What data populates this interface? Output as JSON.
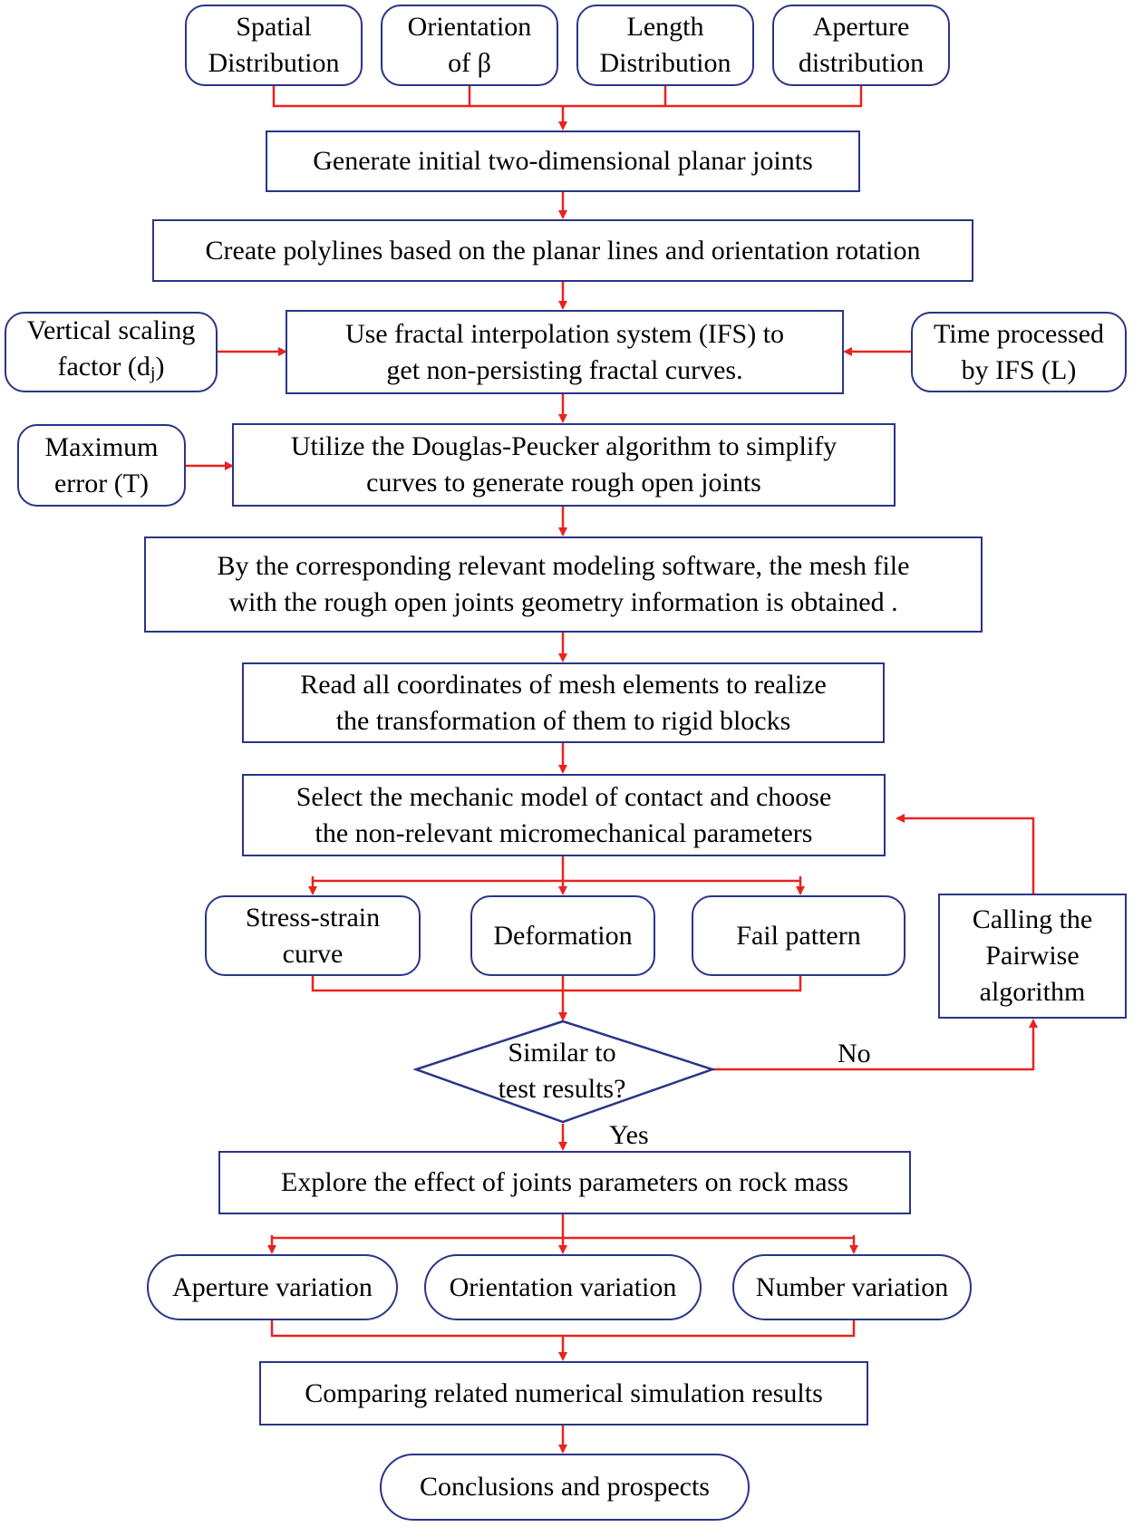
{
  "colors": {
    "box_border": "#2a3488",
    "arrow": "#e8231f",
    "text": "#000000"
  },
  "nodes": {
    "spatial": "Spatial\nDistribution",
    "orientation_beta": "Orientation\nof β",
    "length": "Length\nDistribution",
    "aperture_dist": "Aperture\ndistribution",
    "generate": "Generate initial two-dimensional planar joints",
    "polylines": "Create polylines based on the planar lines and orientation rotation",
    "ifs": "Use fractal interpolation system (IFS)  to\nget non-persisting fractal curves.",
    "vertical_scaling_line1": "Vertical scaling",
    "vertical_scaling_line2": "factor (d",
    "vertical_scaling_sub": "j",
    "vertical_scaling_close": ")",
    "time_processed": "Time processed\nby IFS (L)",
    "douglas": "Utilize the Douglas-Peucker algorithm to simplify\ncurves to generate rough open joints",
    "max_error": "Maximum\nerror (T)",
    "mesh_file": "By the corresponding relevant modeling software, the mesh file\nwith the rough open joints geometry information is obtained .",
    "read_coords": "Read all coordinates of mesh elements to realize\nthe transformation of them to rigid blocks",
    "select_model": "Select  the mechanic model of contact and choose\nthe non-relevant micromechanical parameters",
    "stress_strain": "Stress-strain\ncurve",
    "deformation": "Deformation",
    "fail_pattern": "Fail pattern",
    "pairwise": "Calling the\nPairwise\nalgorithm",
    "similar": "Similar to\ntest results?",
    "explore": "Explore the effect of joints parameters on rock mass",
    "aperture_var": "Aperture variation",
    "orientation_var": "Orientation variation",
    "number_var": "Number variation",
    "comparing": "Comparing related numerical simulation results",
    "conclusions": "Conclusions and prospects"
  },
  "edge_labels": {
    "no": "No",
    "yes": "Yes"
  }
}
